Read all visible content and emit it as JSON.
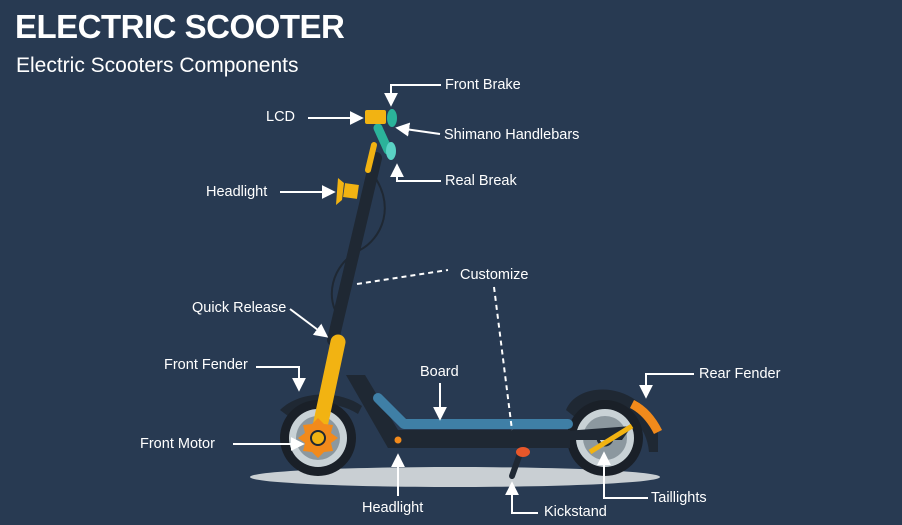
{
  "header": {
    "title": "ELECTRIC SCOOTER",
    "subtitle": "Electric Scooters Components"
  },
  "labels": {
    "front_brake": "Front Brake",
    "lcd": "LCD",
    "shimano_handlebars": "Shimano Handlebars",
    "real_break": "Real Break",
    "headlight_top": "Headlight",
    "customize": "Customize",
    "quick_release": "Quick Release",
    "front_fender": "Front Fender",
    "board": "Board",
    "rear_fender": "Rear Fender",
    "front_motor": "Front Motor",
    "headlight_bottom": "Headlight",
    "taillights": "Taillights",
    "kickstand": "Kickstand"
  },
  "colors": {
    "background": "#283a52",
    "frame": "#1f2833",
    "accent_yellow": "#f2b312",
    "board_blue": "#3f7fa6",
    "handlebar_green": "#2bb39a",
    "tire": "#1a2028",
    "rim": "#c9d2d6",
    "rear_fender_orange": "#f28a1b",
    "kickstand_red": "#e8572a",
    "ground_shadow": "#c9cfd3"
  }
}
